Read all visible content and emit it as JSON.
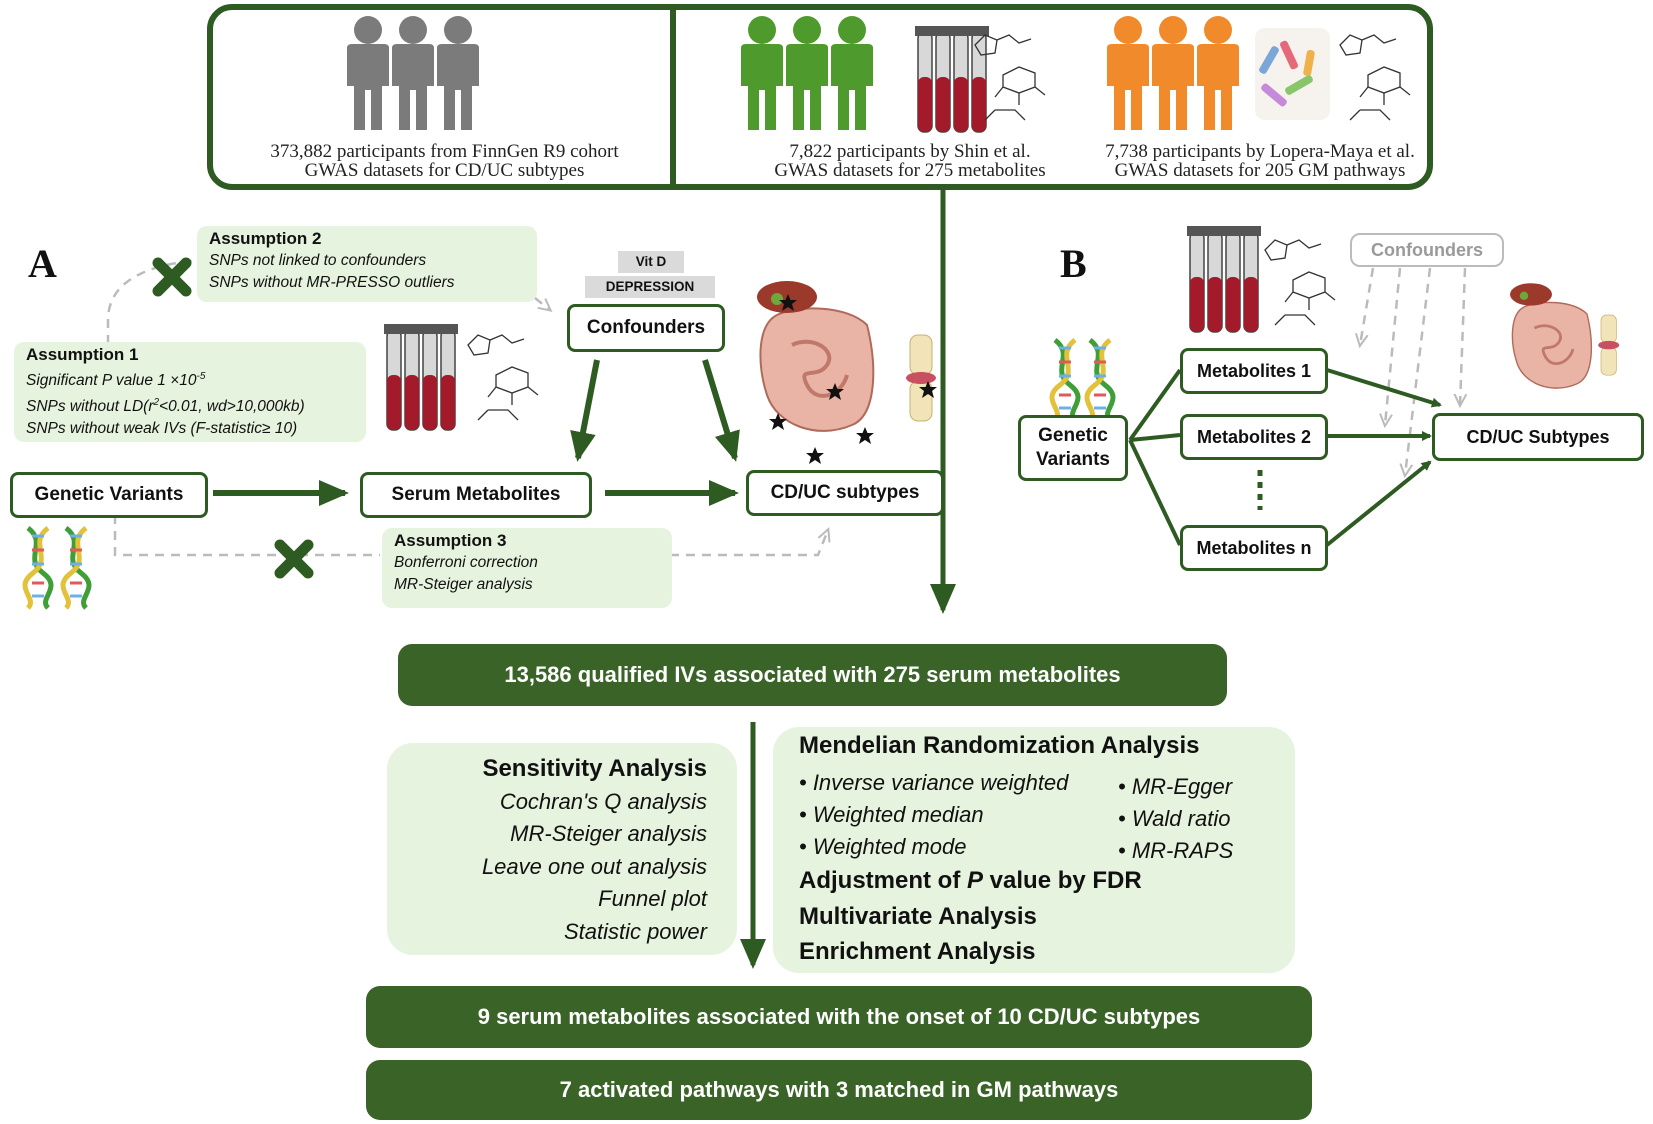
{
  "top_panel": {
    "finngen_line1": "373,882 participants from FinnGen R9 cohort",
    "finngen_line2": "GWAS datasets for CD/UC subtypes",
    "shin_line1": "7,822 participants by Shin et al.",
    "shin_line2": "GWAS datasets for 275 metabolites",
    "lopera_line1": "7,738 participants by Lopera-Maya et al.",
    "lopera_line2": "GWAS datasets for 205 GM pathways"
  },
  "panel_a": {
    "letter": "A",
    "assumption1": {
      "title": "Assumption 1",
      "line1": "Significant P value 1 ×10",
      "line1_sup": "-5",
      "line2a": "SNPs without LD(r",
      "line2_sup": "2",
      "line2b": "<0.01, wd>10,000kb)",
      "line3": "SNPs without weak IVs (F-statistic≥ 10)"
    },
    "assumption2": {
      "title": "Assumption 2",
      "line1": "SNPs not linked to confounders",
      "line2": "SNPs without MR-PRESSO outliers"
    },
    "assumption3": {
      "title": "Assumption 3",
      "line1": "Bonferroni correction",
      "line2": "MR-Steiger analysis"
    },
    "tag_vitd": "Vit D",
    "tag_depression": "DEPRESSION",
    "confounders": "Confounders",
    "genetic_variants": "Genetic Variants",
    "serum_metabolites": "Serum Metabolites",
    "cduc_subtypes": "CD/UC subtypes"
  },
  "panel_b": {
    "letter": "B",
    "confounders": "Confounders",
    "genetic_variants_1": "Genetic",
    "genetic_variants_2": "Variants",
    "metabolites1": "Metabolites 1",
    "metabolites2": "Metabolites 2",
    "metabolitesn": "Metabolites n",
    "cduc_subtypes": "CD/UC Subtypes"
  },
  "qualified_ivs": "13,586 qualified IVs associated with 275 serum metabolites",
  "sensitivity": {
    "title": "Sensitivity Analysis",
    "items": [
      "Cochran's Q analysis",
      "MR-Steiger analysis",
      "Leave one out analysis",
      "Funnel plot",
      "Statistic power"
    ]
  },
  "mr_analysis": {
    "title": "Mendelian Randomization Analysis",
    "left_methods": [
      "• Inverse variance weighted",
      "• Weighted median",
      "• Weighted mode"
    ],
    "right_methods": [
      "• MR-Egger",
      "• Wald ratio",
      "• MR-RAPS"
    ],
    "adjust_prefix": "Adjustment of ",
    "adjust_p": "P",
    "adjust_suffix": " value by FDR",
    "multivariate": "Multivariate Analysis",
    "enrichment": "Enrichment Analysis"
  },
  "result1": "9 serum metabolites associated with the onset of 10 CD/UC subtypes",
  "result2": "7 activated pathways with 3 matched in GM pathways",
  "colors": {
    "dark_green": "#2e5b22",
    "bar_green": "#3a6328",
    "light_green": "#e6f3de",
    "grey_people": "#7b7b7b",
    "green_people": "#4f9a2c",
    "orange_people": "#f08a2a"
  }
}
